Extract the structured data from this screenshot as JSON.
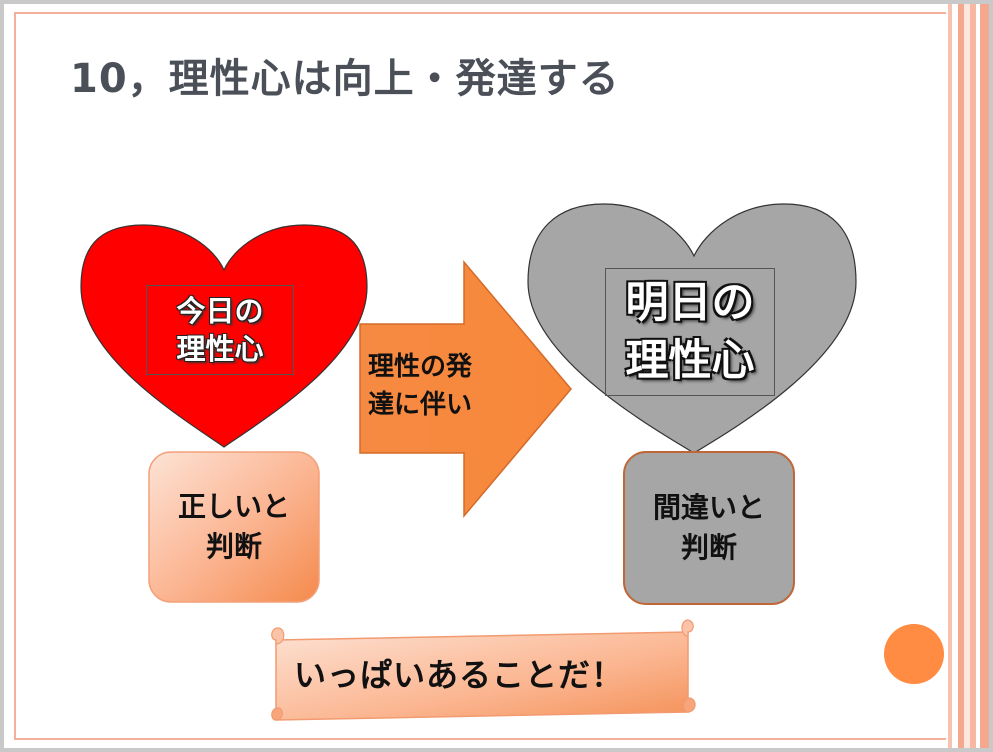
{
  "slide": {
    "title": "10，理性心は向上・発達する",
    "left_heart": {
      "line1": "今日の",
      "line2": "理性心"
    },
    "right_heart": {
      "line1": "明日の",
      "line2": "理性心"
    },
    "arrow": {
      "line1": "理性の発",
      "line2": "達に伴い"
    },
    "left_box": {
      "line1": "正しいと",
      "line2": "判断"
    },
    "right_box": {
      "line1": "間違いと",
      "line2": "判断"
    },
    "banner": "いっぱいあることだ！"
  },
  "colors": {
    "heart_red": "#ff0000",
    "heart_gray": "#a6a6a6",
    "arrow_orange": "#f7893b",
    "accent_dot": "#ff8c42",
    "border_pink": "#f4b09a",
    "title_gray": "#4a4f58"
  }
}
